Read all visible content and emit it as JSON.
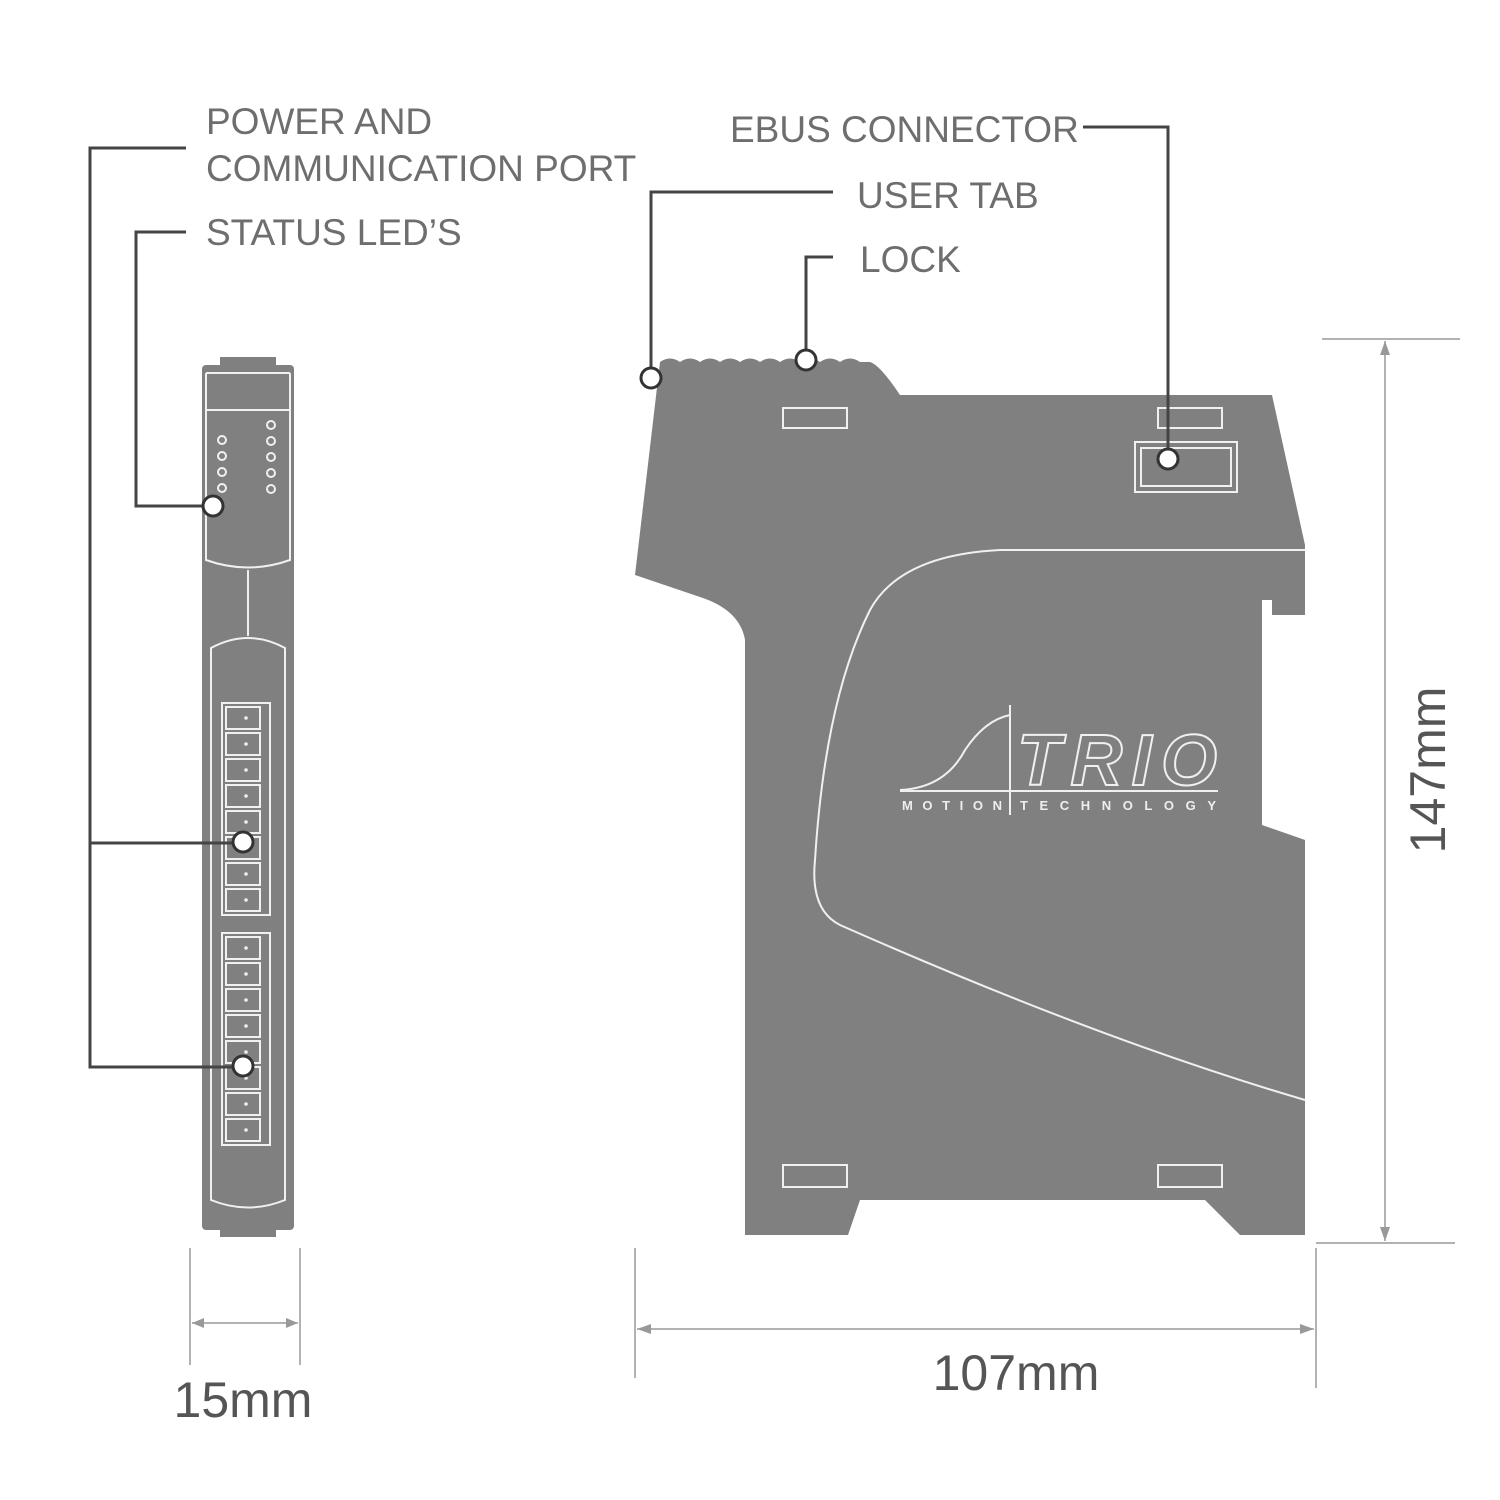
{
  "labels": {
    "power_port_line1": "POWER AND",
    "power_port_line2": "COMMUNICATION PORT",
    "status_leds": "STATUS LED’S",
    "ebus_connector": "EBUS CONNECTOR",
    "user_tab": "USER TAB",
    "lock": "LOCK"
  },
  "dimensions": {
    "width_side": "15mm",
    "width_front": "107mm",
    "height": "147mm"
  },
  "logo": {
    "brand": "TRIO",
    "left_sub": "MOTION",
    "right_sub": "TECHNOLOGY"
  },
  "colors": {
    "device": "#808080",
    "label": "#6e6e6e"
  }
}
